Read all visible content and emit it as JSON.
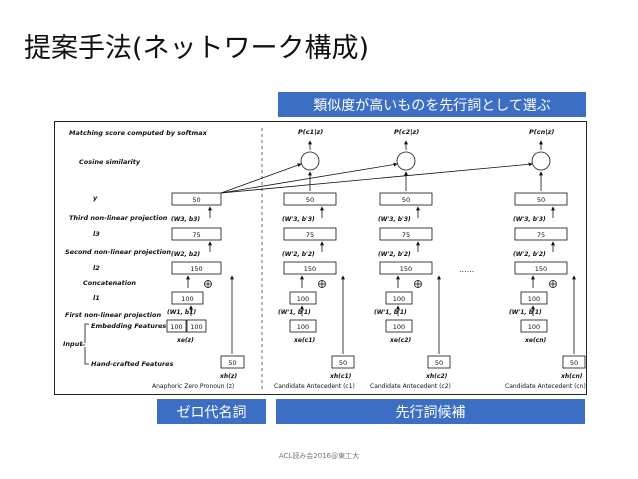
{
  "slide": {
    "title": "提案手法(ネットワーク構成)",
    "top_callout": "類似度が高いものを先行詞として選ぶ",
    "bottom_left_label": "ゼロ代名詞",
    "bottom_right_label": "先行詞候補",
    "footer": "ACL読み会2016@東工大"
  },
  "diagram": {
    "layer_labels": [
      "Matching score computed by softmax",
      "Cosine similarity",
      "y",
      "Third non-linear projection",
      "l3",
      "Second non-linear projection",
      "l2",
      "Concatenation",
      "l1",
      "First non-linear projection",
      "Embedding Features",
      "Input",
      "Hand-crafted Features"
    ],
    "zero_pronoun": {
      "y": "50",
      "l3": "75",
      "l2": "150",
      "l1": "100",
      "emb_a": "100",
      "emb_b": "100",
      "hand": "50",
      "w3": "(W3, b3)",
      "w2": "(W2, b2)",
      "w1": "(W1, b1)",
      "xe": "xe(z)",
      "xh": "xh(z)",
      "caption": "Anaphoric Zero Pronoun (z)"
    },
    "candidates": [
      {
        "score": "P(c1|z)",
        "y": "50",
        "l3": "75",
        "l2": "150",
        "l1": "100",
        "emb": "100",
        "hand": "50",
        "w3": "(W'3, b'3)",
        "w2": "(W'2, b'2)",
        "w1": "(W'1, b'1)",
        "xe": "xe(c1)",
        "xh": "xh(c1)",
        "caption": "Candidate Antecedent (c1)"
      },
      {
        "score": "P(c2|z)",
        "y": "50",
        "l3": "75",
        "l2": "150",
        "l1": "100",
        "emb": "100",
        "hand": "50",
        "w3": "(W'3, b'3)",
        "w2": "(W'2, b'2)",
        "w1": "(W'1, b'1)",
        "xe": "xe(c2)",
        "xh": "xh(c2)",
        "caption": "Candidate Antecedent (c2)"
      },
      {
        "score": "P(cn|z)",
        "y": "50",
        "l3": "75",
        "l2": "150",
        "l1": "100",
        "emb": "100",
        "hand": "50",
        "w3": "(W'3, b'3)",
        "w2": "(W'2, b'2)",
        "w1": "(W'1, b'1)",
        "xe": "xe(cn)",
        "xh": "xh(cn)",
        "caption": "Candidate Antecedent (cn)"
      }
    ],
    "ellipsis": "......",
    "concat_symbol": "⊕"
  }
}
